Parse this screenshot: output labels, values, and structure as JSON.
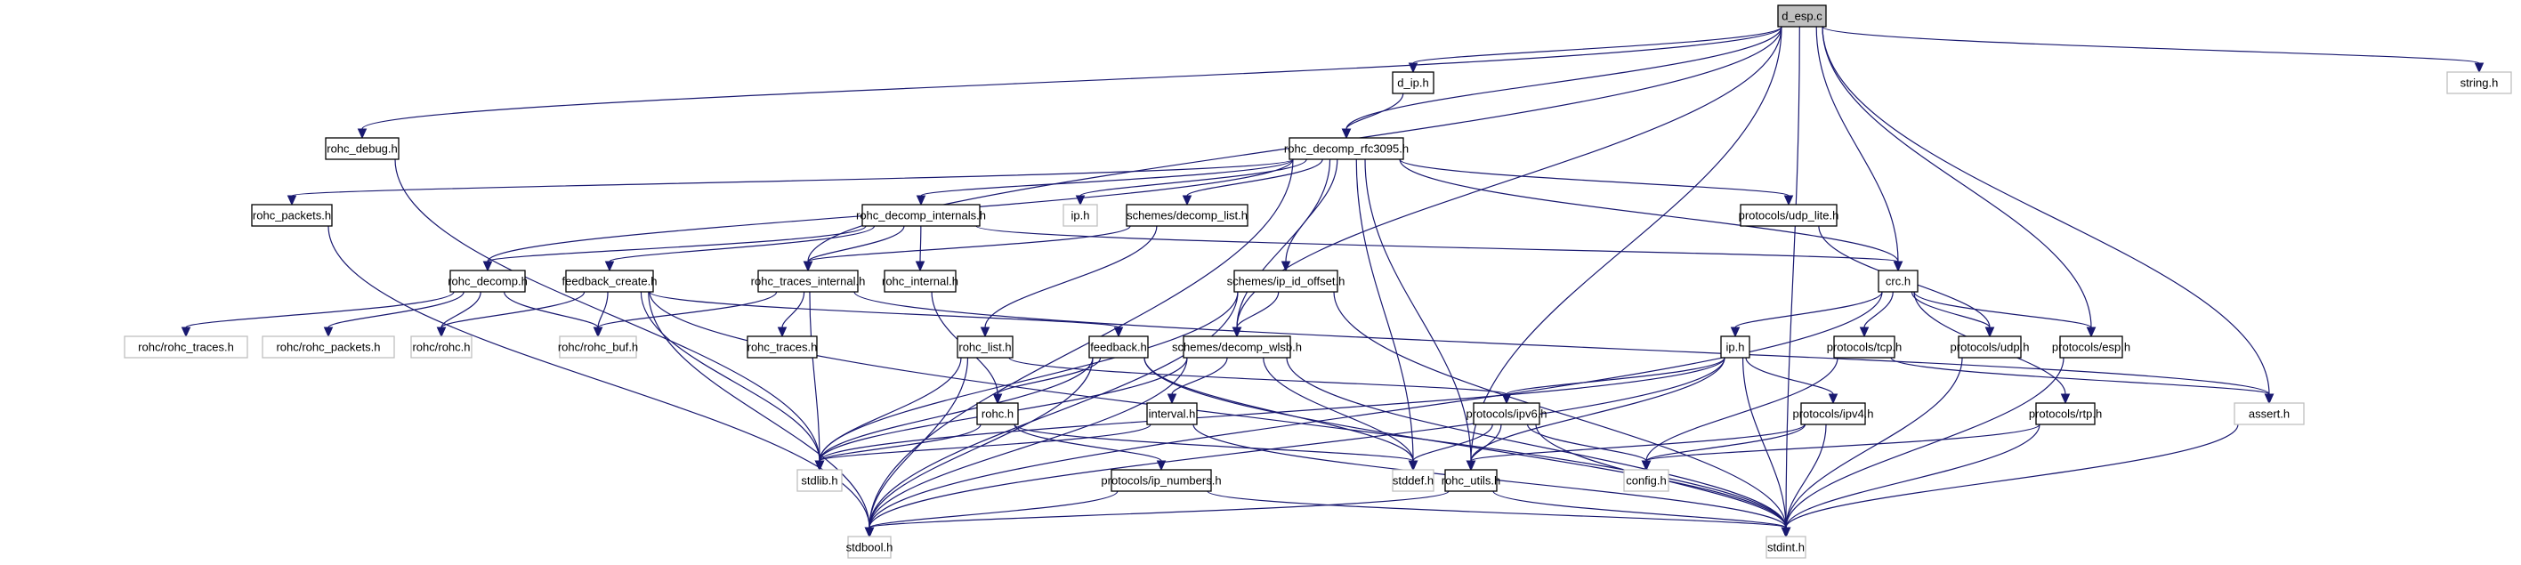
{
  "title": "Include dependency graph for d_esp.c",
  "colors": {
    "edge": "#191970",
    "root_fill": "#bfbfbf",
    "normal_border": "#000000",
    "external_border": "#bfbfbf"
  },
  "nodes": [
    {
      "id": "d_esp_c",
      "label": "d_esp.c",
      "kind": "root"
    },
    {
      "id": "d_ip_h",
      "label": "d_ip.h",
      "kind": "normal"
    },
    {
      "id": "string_h",
      "label": "string.h",
      "kind": "external"
    },
    {
      "id": "rohc_debug_h",
      "label": "rohc_debug.h",
      "kind": "normal"
    },
    {
      "id": "rohc_decomp_rfc3095_h",
      "label": "rohc_decomp_rfc3095.h",
      "kind": "normal"
    },
    {
      "id": "rohc_packets_h",
      "label": "rohc_packets.h",
      "kind": "normal"
    },
    {
      "id": "rohc_decomp_internals_h",
      "label": "rohc_decomp_internals.h",
      "kind": "normal"
    },
    {
      "id": "ip_h_ext",
      "label": "ip.h",
      "kind": "external"
    },
    {
      "id": "schemes_decomp_list_h",
      "label": "schemes/decomp_list.h",
      "kind": "normal"
    },
    {
      "id": "protocols_udp_lite_h",
      "label": "protocols/udp_lite.h",
      "kind": "normal"
    },
    {
      "id": "rohc_decomp_h",
      "label": "rohc_decomp.h",
      "kind": "normal"
    },
    {
      "id": "feedback_create_h",
      "label": "feedback_create.h",
      "kind": "normal"
    },
    {
      "id": "rohc_traces_internal_h",
      "label": "rohc_traces_internal.h",
      "kind": "normal"
    },
    {
      "id": "rohc_internal_h",
      "label": "rohc_internal.h",
      "kind": "normal"
    },
    {
      "id": "schemes_ip_id_offset_h",
      "label": "schemes/ip_id_offset.h",
      "kind": "normal"
    },
    {
      "id": "crc_h",
      "label": "crc.h",
      "kind": "normal"
    },
    {
      "id": "rohc_rohc_traces_h",
      "label": "rohc/rohc_traces.h",
      "kind": "external"
    },
    {
      "id": "rohc_rohc_packets_h",
      "label": "rohc/rohc_packets.h",
      "kind": "external"
    },
    {
      "id": "rohc_rohc_h",
      "label": "rohc/rohc.h",
      "kind": "external"
    },
    {
      "id": "rohc_rohc_buf_h",
      "label": "rohc/rohc_buf.h",
      "kind": "external"
    },
    {
      "id": "rohc_traces_h",
      "label": "rohc_traces.h",
      "kind": "normal"
    },
    {
      "id": "rohc_list_h",
      "label": "rohc_list.h",
      "kind": "normal"
    },
    {
      "id": "feedback_h",
      "label": "feedback.h",
      "kind": "normal"
    },
    {
      "id": "schemes_decomp_wlsb_h",
      "label": "schemes/decomp_wlsb.h",
      "kind": "normal"
    },
    {
      "id": "ip_h",
      "label": "ip.h",
      "kind": "normal"
    },
    {
      "id": "protocols_tcp_h",
      "label": "protocols/tcp.h",
      "kind": "normal"
    },
    {
      "id": "protocols_udp_h",
      "label": "protocols/udp.h",
      "kind": "normal"
    },
    {
      "id": "protocols_esp_h",
      "label": "protocols/esp.h",
      "kind": "normal"
    },
    {
      "id": "rohc_h",
      "label": "rohc.h",
      "kind": "normal"
    },
    {
      "id": "interval_h",
      "label": "interval.h",
      "kind": "normal"
    },
    {
      "id": "protocols_ipv6_h",
      "label": "protocols/ipv6.h",
      "kind": "normal"
    },
    {
      "id": "protocols_ipv4_h",
      "label": "protocols/ipv4.h",
      "kind": "normal"
    },
    {
      "id": "protocols_rtp_h",
      "label": "protocols/rtp.h",
      "kind": "normal"
    },
    {
      "id": "assert_h",
      "label": "assert.h",
      "kind": "external"
    },
    {
      "id": "stdlib_h",
      "label": "stdlib.h",
      "kind": "external"
    },
    {
      "id": "stddef_h",
      "label": "stddef.h",
      "kind": "external"
    },
    {
      "id": "rohc_utils_h",
      "label": "rohc_utils.h",
      "kind": "normal"
    },
    {
      "id": "config_h",
      "label": "config.h",
      "kind": "external"
    },
    {
      "id": "protocols_ip_numbers_h",
      "label": "protocols/ip_numbers.h",
      "kind": "normal"
    },
    {
      "id": "stdbool_h",
      "label": "stdbool.h",
      "kind": "external"
    },
    {
      "id": "stdint_h",
      "label": "stdint.h",
      "kind": "external"
    }
  ],
  "edges": [
    [
      "d_esp_c",
      "d_ip_h"
    ],
    [
      "d_esp_c",
      "string_h"
    ],
    [
      "d_esp_c",
      "rohc_debug_h"
    ],
    [
      "d_esp_c",
      "rohc_decomp_rfc3095_h"
    ],
    [
      "d_esp_c",
      "rohc_traces_internal_h"
    ],
    [
      "d_esp_c",
      "crc_h"
    ],
    [
      "d_esp_c",
      "schemes_decomp_wlsb_h"
    ],
    [
      "d_esp_c",
      "rohc_utils_h"
    ],
    [
      "d_esp_c",
      "assert_h"
    ],
    [
      "d_esp_c",
      "protocols_esp_h"
    ],
    [
      "d_esp_c",
      "stdint_h"
    ],
    [
      "d_ip_h",
      "rohc_decomp_rfc3095_h"
    ],
    [
      "rohc_debug_h",
      "stdlib_h"
    ],
    [
      "rohc_decomp_rfc3095_h",
      "rohc_packets_h"
    ],
    [
      "rohc_decomp_rfc3095_h",
      "rohc_decomp_internals_h"
    ],
    [
      "rohc_decomp_rfc3095_h",
      "ip_h_ext"
    ],
    [
      "rohc_decomp_rfc3095_h",
      "schemes_decomp_list_h"
    ],
    [
      "rohc_decomp_rfc3095_h",
      "protocols_udp_lite_h"
    ],
    [
      "rohc_decomp_rfc3095_h",
      "rohc_decomp_h"
    ],
    [
      "rohc_decomp_rfc3095_h",
      "schemes_ip_id_offset_h"
    ],
    [
      "rohc_decomp_rfc3095_h",
      "crc_h"
    ],
    [
      "rohc_decomp_rfc3095_h",
      "schemes_decomp_wlsb_h"
    ],
    [
      "rohc_decomp_rfc3095_h",
      "stddef_h"
    ],
    [
      "rohc_decomp_rfc3095_h",
      "rohc_utils_h"
    ],
    [
      "rohc_decomp_rfc3095_h",
      "stdbool_h"
    ],
    [
      "rohc_packets_h",
      "stdbool_h"
    ],
    [
      "rohc_decomp_internals_h",
      "rohc_decomp_h"
    ],
    [
      "rohc_decomp_internals_h",
      "feedback_create_h"
    ],
    [
      "rohc_decomp_internals_h",
      "rohc_traces_internal_h"
    ],
    [
      "rohc_decomp_internals_h",
      "rohc_internal_h"
    ],
    [
      "rohc_decomp_internals_h",
      "crc_h"
    ],
    [
      "schemes_decomp_list_h",
      "rohc_traces_internal_h"
    ],
    [
      "schemes_decomp_list_h",
      "rohc_list_h"
    ],
    [
      "protocols_udp_lite_h",
      "protocols_udp_h"
    ],
    [
      "rohc_decomp_h",
      "rohc_rohc_traces_h"
    ],
    [
      "rohc_decomp_h",
      "rohc_rohc_packets_h"
    ],
    [
      "rohc_decomp_h",
      "rohc_rohc_h"
    ],
    [
      "rohc_decomp_h",
      "rohc_rohc_buf_h"
    ],
    [
      "feedback_create_h",
      "rohc_rohc_h"
    ],
    [
      "feedback_create_h",
      "rohc_rohc_buf_h"
    ],
    [
      "feedback_create_h",
      "feedback_h"
    ],
    [
      "feedback_create_h",
      "stdlib_h"
    ],
    [
      "feedback_create_h",
      "stdbool_h"
    ],
    [
      "feedback_create_h",
      "stdint_h"
    ],
    [
      "rohc_traces_internal_h",
      "rohc_rohc_buf_h"
    ],
    [
      "rohc_traces_internal_h",
      "rohc_traces_h"
    ],
    [
      "rohc_traces_internal_h",
      "stdlib_h"
    ],
    [
      "rohc_traces_internal_h",
      "assert_h"
    ],
    [
      "rohc_internal_h",
      "rohc_h"
    ],
    [
      "schemes_ip_id_offset_h",
      "schemes_decomp_wlsb_h"
    ],
    [
      "schemes_ip_id_offset_h",
      "stdlib_h"
    ],
    [
      "schemes_ip_id_offset_h",
      "stdbool_h"
    ],
    [
      "schemes_ip_id_offset_h",
      "stdint_h"
    ],
    [
      "crc_h",
      "ip_h"
    ],
    [
      "crc_h",
      "protocols_tcp_h"
    ],
    [
      "crc_h",
      "protocols_udp_h"
    ],
    [
      "crc_h",
      "protocols_esp_h"
    ],
    [
      "crc_h",
      "protocols_rtp_h"
    ],
    [
      "crc_h",
      "stdbool_h"
    ],
    [
      "rohc_list_h",
      "protocols_ipv6_h"
    ],
    [
      "rohc_list_h",
      "stdlib_h"
    ],
    [
      "rohc_list_h",
      "stdbool_h"
    ],
    [
      "feedback_h",
      "rohc_h"
    ],
    [
      "feedback_h",
      "stddef_h"
    ],
    [
      "feedback_h",
      "stdint_h"
    ],
    [
      "feedback_h",
      "stdlib_h"
    ],
    [
      "feedback_h",
      "stdbool_h"
    ],
    [
      "schemes_decomp_wlsb_h",
      "interval_h"
    ],
    [
      "schemes_decomp_wlsb_h",
      "stddef_h"
    ],
    [
      "schemes_decomp_wlsb_h",
      "stdint_h"
    ],
    [
      "schemes_decomp_wlsb_h",
      "stdbool_h"
    ],
    [
      "schemes_decomp_wlsb_h",
      "stdlib_h"
    ],
    [
      "ip_h",
      "protocols_ipv6_h"
    ],
    [
      "ip_h",
      "protocols_ipv4_h"
    ],
    [
      "ip_h",
      "stdlib_h"
    ],
    [
      "ip_h",
      "stdint_h"
    ],
    [
      "ip_h",
      "stdbool_h"
    ],
    [
      "ip_h",
      "rohc_utils_h"
    ],
    [
      "protocols_tcp_h",
      "assert_h"
    ],
    [
      "protocols_tcp_h",
      "config_h"
    ],
    [
      "protocols_udp_h",
      "stdint_h"
    ],
    [
      "protocols_esp_h",
      "stdint_h"
    ],
    [
      "rohc_h",
      "stdlib_h"
    ],
    [
      "rohc_h",
      "stddef_h"
    ],
    [
      "rohc_h",
      "protocols_ip_numbers_h"
    ],
    [
      "interval_h",
      "stdlib_h"
    ],
    [
      "interval_h",
      "stdint_h"
    ],
    [
      "protocols_ipv6_h",
      "stddef_h"
    ],
    [
      "protocols_ipv6_h",
      "rohc_utils_h"
    ],
    [
      "protocols_ipv6_h",
      "config_h"
    ],
    [
      "protocols_ipv6_h",
      "stdint_h"
    ],
    [
      "protocols_ipv4_h",
      "rohc_utils_h"
    ],
    [
      "protocols_ipv4_h",
      "config_h"
    ],
    [
      "protocols_ipv4_h",
      "stdint_h"
    ],
    [
      "protocols_rtp_h",
      "config_h"
    ],
    [
      "protocols_rtp_h",
      "stdint_h"
    ],
    [
      "rohc_utils_h",
      "stdint_h"
    ],
    [
      "rohc_utils_h",
      "stdbool_h"
    ],
    [
      "protocols_ip_numbers_h",
      "stdint_h"
    ],
    [
      "protocols_ip_numbers_h",
      "stdbool_h"
    ],
    [
      "assert_h",
      "stdint_h"
    ]
  ]
}
